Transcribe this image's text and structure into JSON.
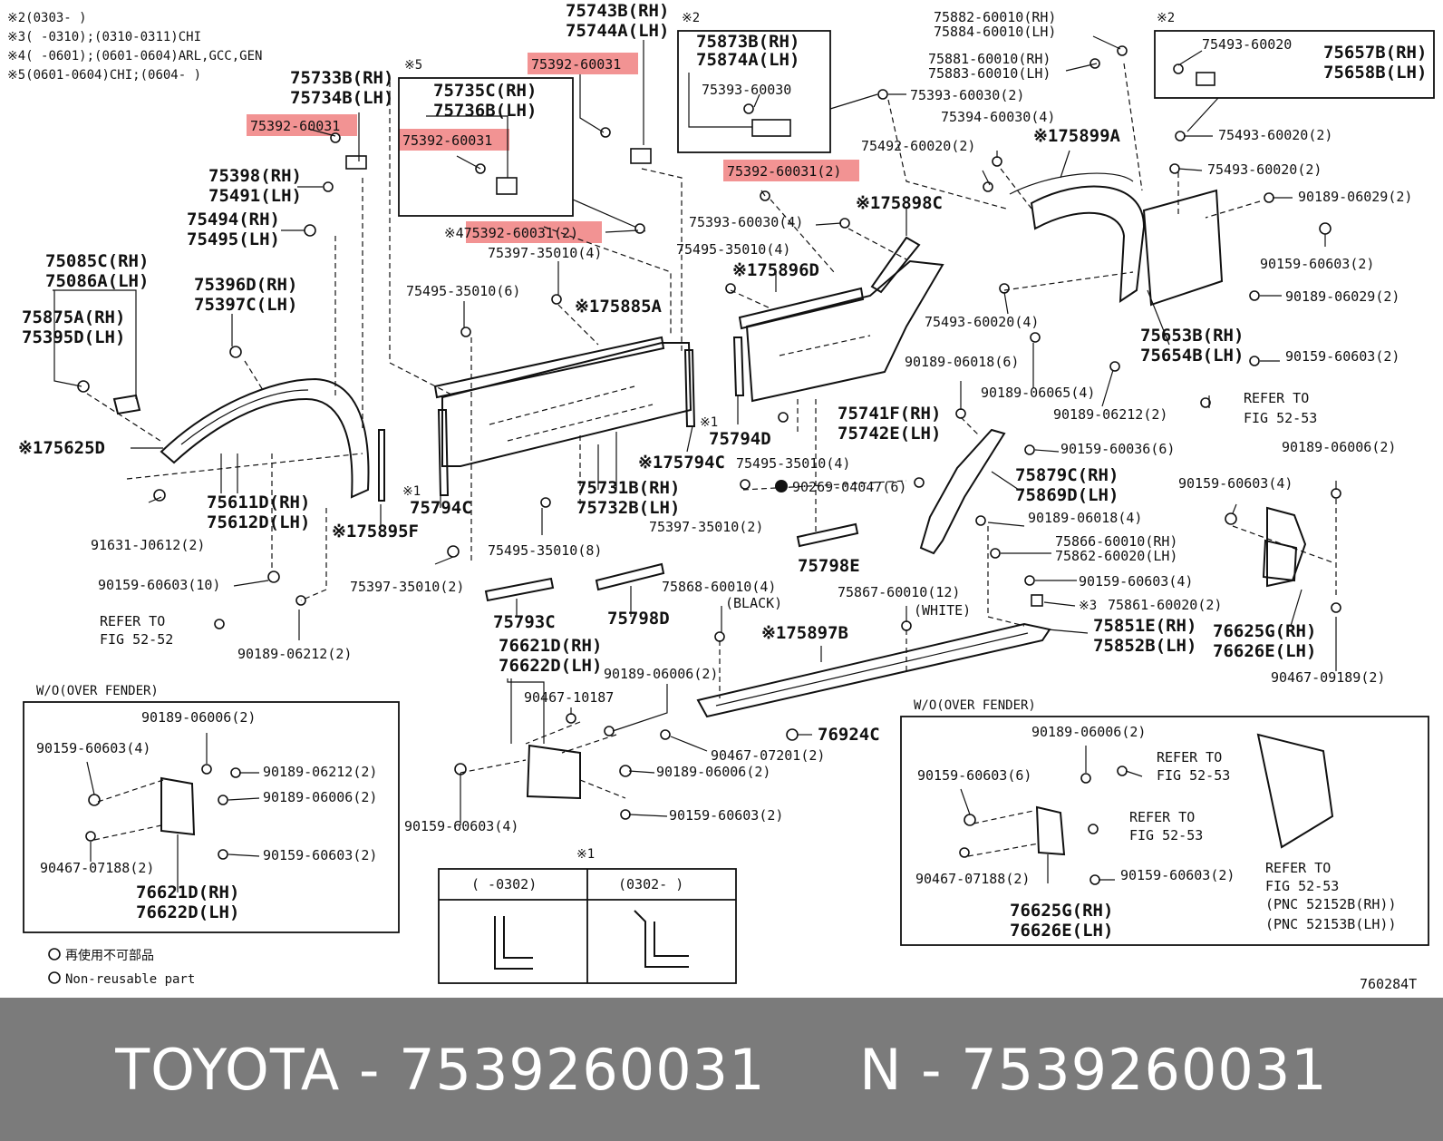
{
  "notes": [
    "※2(0303-      )",
    "※3(      -0310);(0310-0311)CHI",
    "※4(      -0601);(0601-0604)ARL,GCC,GEN",
    "※5(0601-0604)CHI;(0604-      )"
  ],
  "highlighted_part": "75392-60031",
  "labels": {
    "l1": "75733B(RH)",
    "l2": "75734B(LH)",
    "l3": "75392-60031",
    "l4": "75398(RH)",
    "l5": "75491(LH)",
    "l6": "75494(RH)",
    "l7": "75495(LH)",
    "l8": "75085C(RH)",
    "l9": "75086A(LH)",
    "l10": "75875A(RH)",
    "l11": "75395D(LH)",
    "l12": "75396D(RH)",
    "l13": "75397C(LH)",
    "l14": "※175625D",
    "l15": "75611D(RH)",
    "l16": "75612D(LH)",
    "l17": "※175895F",
    "l18": "91631-J0612(2)",
    "l19": "90159-60603(10)",
    "l20": "REFER TO",
    "l21": "FIG 52-52",
    "l22": "90189-06212(2)",
    "l23": "※5",
    "l24": "75735C(RH)",
    "l25": "75736B(LH)",
    "l26": "75392-60031",
    "l27": "75743B(RH)",
    "l28": "75744A(LH)",
    "l29": "75392-60031",
    "l30": "※475392-60031(2)",
    "l31": "75397-35010(4)",
    "l32": "75495-35010(6)",
    "l33": "※175885A",
    "l34": "※1",
    "l35": "75794C",
    "l36": "75731B(RH)",
    "l37": "75732B(LH)",
    "l38": "75495-35010(8)",
    "l39": "75397-35010(2)",
    "l40": "75793C",
    "l41": "75798D",
    "l42": "※175794C",
    "l43": "※1",
    "l44": "75794D",
    "l45": "※2",
    "l46": "75873B(RH)",
    "l47": "75874A(LH)",
    "l48": "75393-60030",
    "l49": "75392-60031(2)",
    "l50": "75393-60030(4)",
    "l51": "75495-35010(4)",
    "l52": "※175896D",
    "l53": "※175898C",
    "l54": "75741F(RH)",
    "l55": "75742E(LH)",
    "l56": "75495-35010(4)",
    "l57": "90269-04047(6)",
    "l58": "75397-35010(2)",
    "l59": "75798E",
    "l60": "75882-60010(RH)",
    "l61": "75884-60010(LH)",
    "l62": "75881-60010(RH)",
    "l63": "75883-60010(LH)",
    "l64": "75393-60030(2)",
    "l65": "75394-60030(4)",
    "l66": "※175899A",
    "l67": "75492-60020(2)",
    "l68": "75493-60020(4)",
    "l69": "90189-06018(6)",
    "l70": "90189-06065(4)",
    "l71": "90189-06212(2)",
    "l72": "※2",
    "l73": "75493-60020",
    "l74": "75657B(RH)",
    "l75": "75658B(LH)",
    "l76": "75493-60020(2)",
    "l77": "75493-60020(2)",
    "l78": "90189-06029(2)",
    "l79": "90159-60603(2)",
    "l80": "90189-06029(2)",
    "l81": "75653B(RH)",
    "l82": "75654B(LH)",
    "l83": "90159-60603(2)",
    "l84": "REFER TO",
    "l85": "FIG 52-53",
    "l86": "90159-60036(6)",
    "l87": "75879C(RH)",
    "l88": "75869D(LH)",
    "l89": "90189-06018(4)",
    "l90": "75866-60010(RH)",
    "l91": "75862-60020(LH)",
    "l92": "90159-60603(4)",
    "l93": "※3",
    "l94": "75861-60020(2)",
    "l95": "75851E(RH)",
    "l96": "75852B(LH)",
    "l97": "90189-06006(2)",
    "l98": "90159-60603(4)",
    "l99": "76625G(RH)",
    "l100": "76626E(LH)",
    "l101": "90467-09189(2)",
    "l102": "75868-60010(4)",
    "l103": "(BLACK)",
    "l104": "75867-60010(12)",
    "l105": "(WHITE)",
    "l106": "※175897B",
    "l107": "76621D(RH)",
    "l108": "76622D(LH)",
    "l109": "90189-06006(2)",
    "l110": "90467-10187",
    "l111": "76924C",
    "l112": "90467-07201(2)",
    "l113": "90189-06006(2)",
    "l114": "90159-60603(2)",
    "l115": "90159-60603(4)",
    "l116": "W/O(OVER FENDER)",
    "l117": "90189-06006(2)",
    "l118": "90159-60603(4)",
    "l119": "90189-06212(2)",
    "l120": "90189-06006(2)",
    "l121": "90467-07188(2)",
    "l122": "90159-60603(2)",
    "l123": "76621D(RH)",
    "l124": "76622D(LH)",
    "l125": "W/O(OVER FENDER)",
    "l126": "90189-06006(2)",
    "l127": "REFER TO",
    "l128": "FIG 52-53",
    "l129": "90159-60603(6)",
    "l130": "REFER TO",
    "l131": "FIG 52-53",
    "l132": "90467-07188(2)",
    "l133": "90159-60603(2)",
    "l134": "76625G(RH)",
    "l135": "76626E(LH)",
    "l136": "REFER TO",
    "l137": "FIG 52-53",
    "l138": "(PNC 52152B(RH))",
    "l139": "(PNC 52153B(LH))",
    "l140": "※1",
    "l141": "(      -0302)",
    "l142": "(0302-      )"
  },
  "legend": {
    "japanese": "再使用不可部品",
    "english": "Non-reusable part"
  },
  "diagram_code": "760284T",
  "footer": {
    "title": "TOYOTA - 7539260031     N - 7539260031"
  }
}
